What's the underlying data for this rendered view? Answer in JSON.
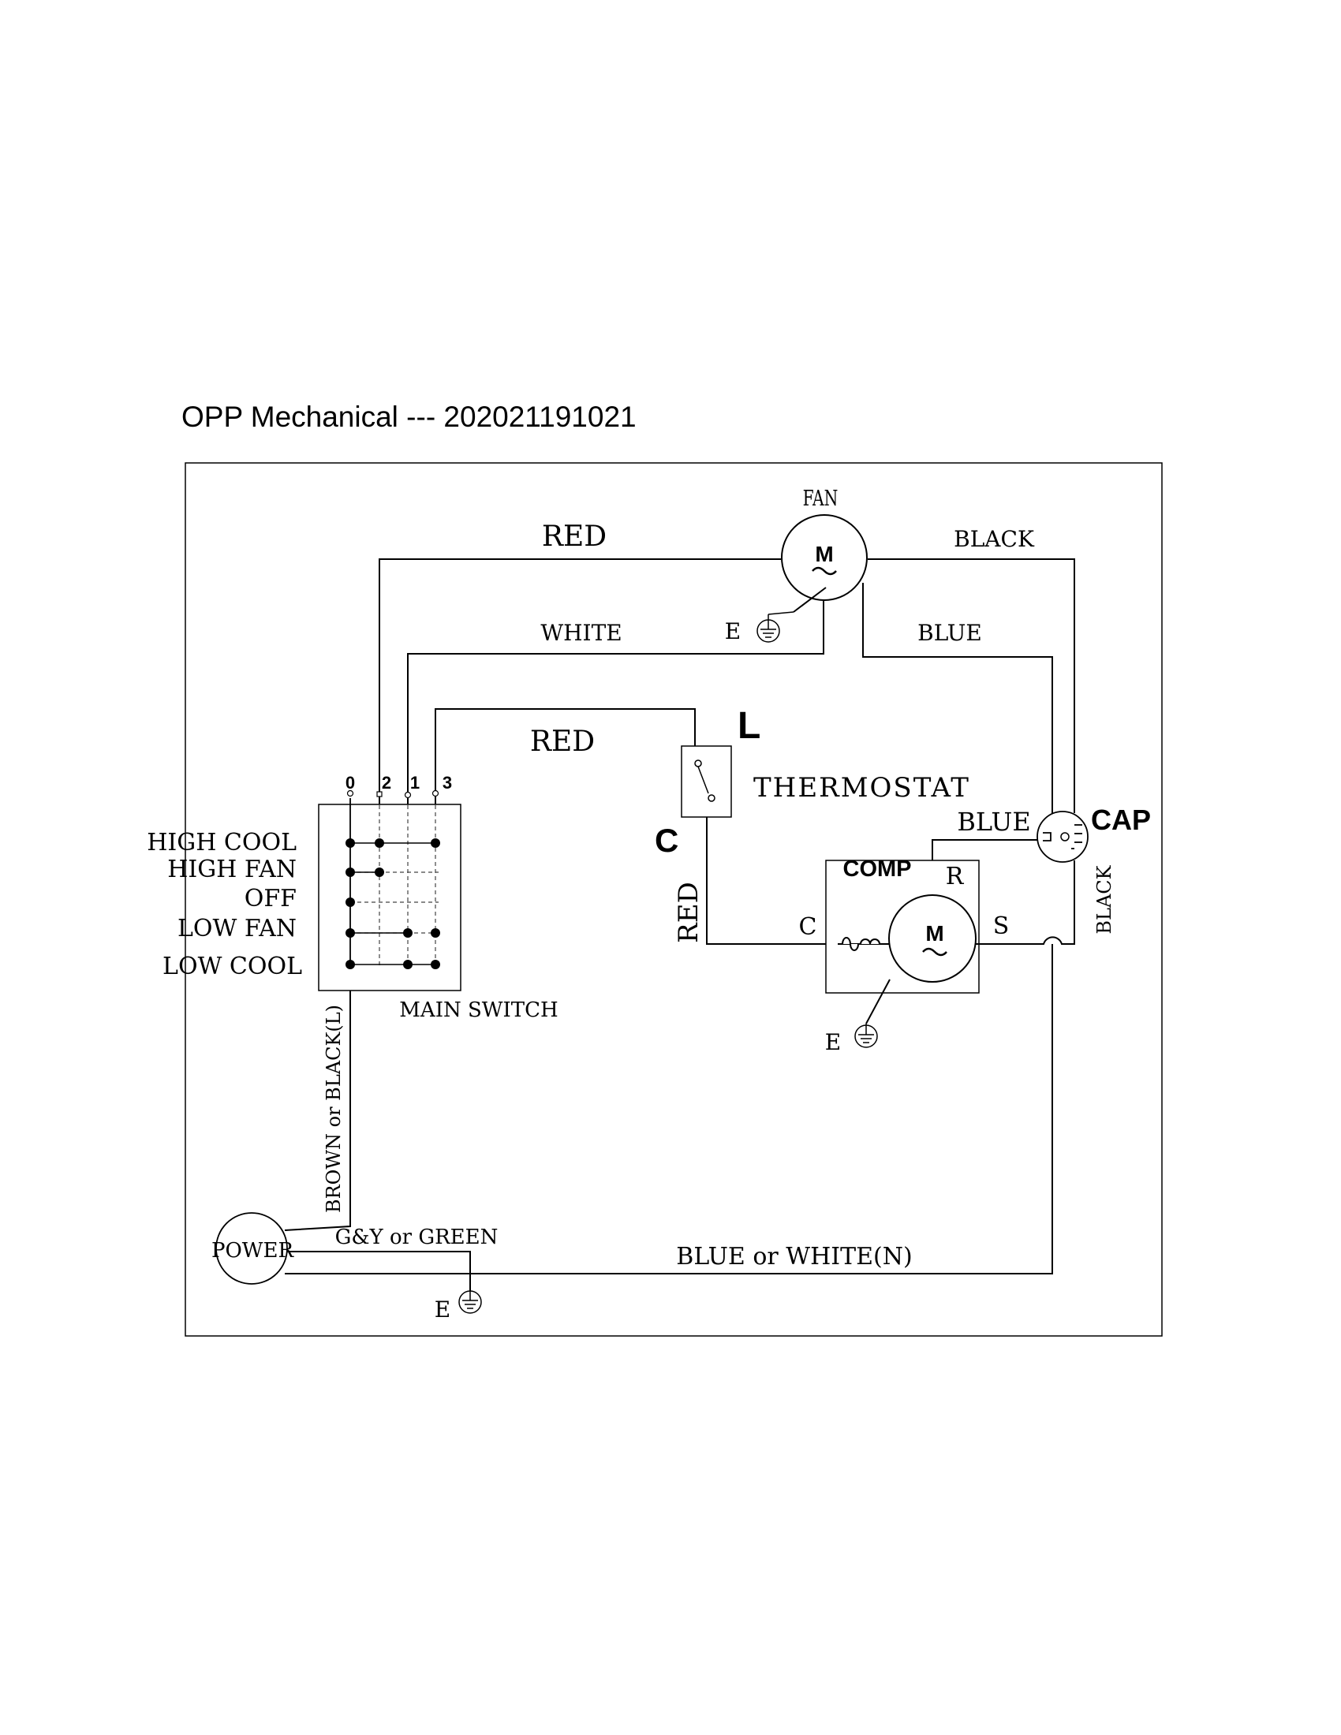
{
  "title": "OPP Mechanical --- 202021191021",
  "fan": {
    "label": "FAN",
    "motor_symbol": "M",
    "wires": {
      "red": "RED",
      "white": "WHITE",
      "black": "BLACK",
      "blue": "BLUE"
    },
    "ground": "E"
  },
  "thermostat": {
    "label": "THERMOSTAT",
    "terminal_l": "L",
    "terminal_c": "C",
    "wire_in": "RED",
    "wire_out": "RED"
  },
  "compressor": {
    "label": "COMP",
    "motor_symbol": "M",
    "terminal_c": "C",
    "terminal_r": "R",
    "terminal_s": "S",
    "wire_r": "BLUE",
    "ground": "E"
  },
  "capacitor": {
    "label": "CAP",
    "wire": "BLACK"
  },
  "main_switch": {
    "label": "MAIN SWITCH",
    "terminals": [
      "0",
      "2",
      "1",
      "3"
    ],
    "positions": [
      "HIGH COOL",
      "HIGH FAN",
      "OFF",
      "LOW FAN",
      "LOW COOL"
    ]
  },
  "power": {
    "label": "POWER",
    "line_wire": "BROWN or BLACK(L)",
    "ground_wire": "G&Y or GREEN",
    "neutral_wire": "BLUE or WHITE(N)",
    "ground": "E"
  }
}
